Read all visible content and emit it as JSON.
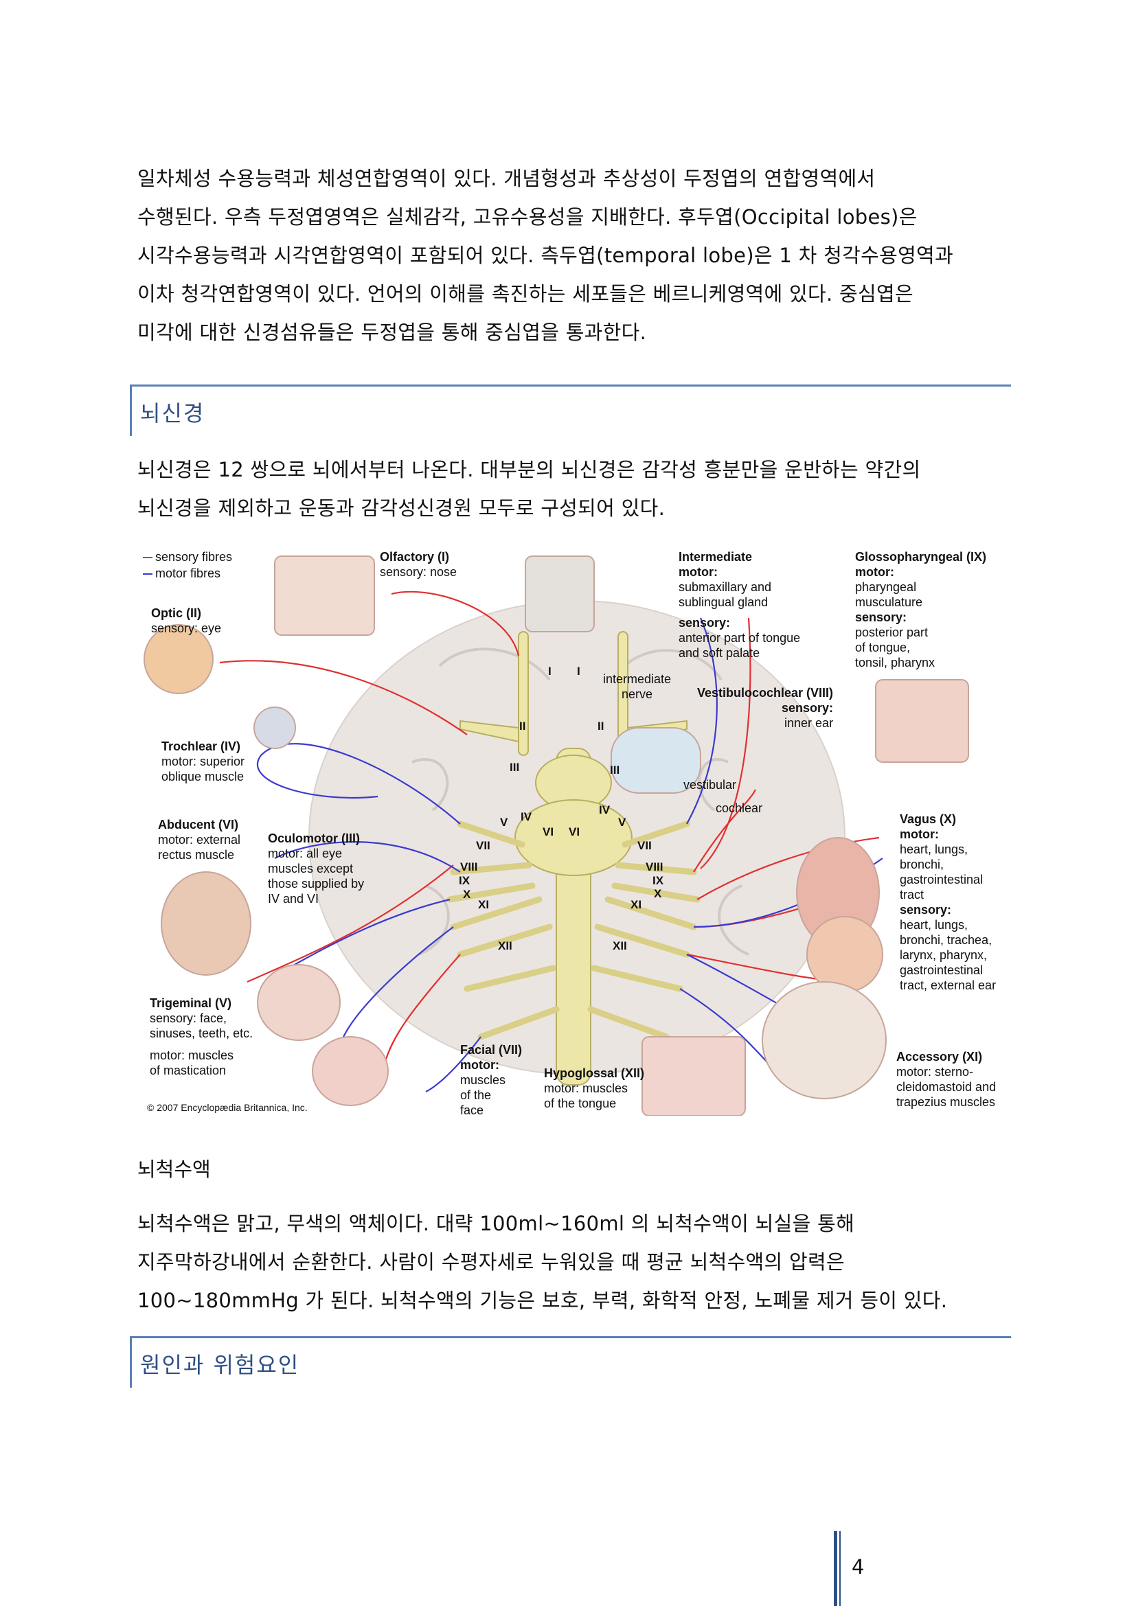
{
  "intro_paragraph": [
    "일차체성 수용능력과 체성연합영역이 있다. 개념형성과 추상성이 두정엽의 연합영역에서",
    "수행된다. 우측 두정엽영역은 실체감각, 고유수용성을 지배한다. 후두엽(Occipital lobes)은",
    "시각수용능력과 시각연합영역이 포함되어 있다. 측두엽(temporal lobe)은 1 차 청각수용영역과",
    "이차 청각연합영역이 있다. 언어의 이해를 촉진하는 세포들은 베르니케영역에 있다. 중심엽은",
    "미각에 대한 신경섬유들은 두정엽을 통해 중심엽을 통과한다."
  ],
  "section1": {
    "heading": "뇌신경",
    "lines": [
      "뇌신경은 12 쌍으로 뇌에서부터 나온다. 대부분의 뇌신경은 감각성 흥분만을 운반하는 약간의",
      "뇌신경을 제외하고 운동과 감각성신경원 모두로 구성되어 있다."
    ]
  },
  "figure": {
    "legend": {
      "sensory": "sensory fibres",
      "motor": "motor fibres"
    },
    "colors": {
      "sensory": "#e03030",
      "motor": "#3a3ad0",
      "nerve": "#ece6a8",
      "brain": "#e9e3df"
    },
    "labels": {
      "olfactory": [
        "Olfactory (I)",
        "sensory: nose"
      ],
      "optic": [
        "Optic (II)",
        "sensory: eye"
      ],
      "trochlear": [
        "Trochlear (IV)",
        "motor: superior",
        "oblique muscle"
      ],
      "abducent": [
        "Abducent (VI)",
        "motor: external",
        "rectus muscle"
      ],
      "oculomotor": [
        "Oculomotor (III)",
        "motor: all eye",
        "muscles except",
        "those supplied by",
        "IV and VI"
      ],
      "trigeminal": [
        "Trigeminal (V)",
        "sensory: face,",
        "sinuses, teeth, etc.",
        "motor: muscles",
        "of mastication"
      ],
      "facial": [
        "Facial (VII)",
        "motor:",
        "muscles",
        "of the",
        "face"
      ],
      "hypoglossal": [
        "Hypoglossal (XII)",
        "motor: muscles",
        "of the tongue"
      ],
      "intermediate": [
        "Intermediate",
        "motor:",
        "submaxillary and",
        "sublingual gland",
        "sensory:",
        "anterior part of tongue",
        "and soft palate"
      ],
      "intermediate_nerve": [
        "intermediate",
        "nerve"
      ],
      "glossopharyngeal": [
        "Glossopharyngeal (IX)",
        "motor:",
        "pharyngeal",
        "musculature",
        "sensory:",
        "posterior part",
        "of tongue,",
        "tonsil, pharynx"
      ],
      "vestibulocochlear": [
        "Vestibulocochlear (VIII)",
        "sensory:",
        "inner ear"
      ],
      "vestibular": "vestibular",
      "cochlear": "cochlear",
      "vagus": [
        "Vagus (X)",
        "motor:",
        "heart, lungs,",
        "bronchi,",
        "gastrointestinal",
        "tract",
        "sensory:",
        "heart, lungs,",
        "bronchi, trachea,",
        "larynx, pharynx,",
        "gastrointestinal",
        "tract, external ear"
      ],
      "accessory": [
        "Accessory (XI)",
        "motor: sterno-",
        "cleidomastoid and",
        "trapezius muscles"
      ]
    },
    "numerals": [
      "I",
      "I",
      "II",
      "II",
      "III",
      "III",
      "IV",
      "IV",
      "V",
      "V",
      "VI",
      "VI",
      "VII",
      "VII",
      "VIII",
      "VIII",
      "IX",
      "IX",
      "X",
      "X",
      "XI",
      "XI",
      "XII",
      "XII"
    ],
    "credit": "© 2007 Encyclopædia Britannica, Inc."
  },
  "section_csf": {
    "heading": "뇌척수액",
    "lines": [
      "뇌척수액은 맑고, 무색의 액체이다. 대략 100ml~160ml 의 뇌척수액이 뇌실을 통해",
      "지주막하강내에서 순환한다. 사람이 수평자세로 누워있을 때 평균 뇌척수액의 압력은",
      "100~180mmHg 가 된다. 뇌척수액의 기능은 보호, 부력, 화학적 안정, 노폐물 제거 등이 있다."
    ]
  },
  "section2": {
    "heading": "원인과 위험요인"
  },
  "page_number": "4"
}
